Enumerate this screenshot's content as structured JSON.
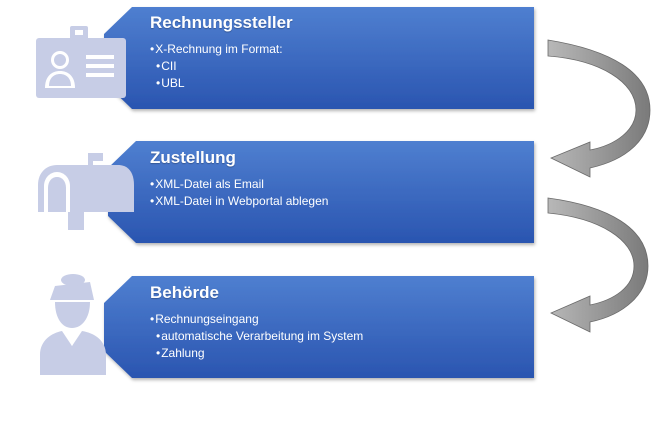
{
  "steps": [
    {
      "title": "Rechnungssteller",
      "icon": "id-card-icon",
      "items": [
        {
          "text": "X-Rechnung im Format:",
          "level": 1
        },
        {
          "text": "CII",
          "level": 2
        },
        {
          "text": "UBL",
          "level": 2
        }
      ]
    },
    {
      "title": "Zustellung",
      "icon": "mailbox-icon",
      "items": [
        {
          "text": "XML-Datei als Email",
          "level": 1
        },
        {
          "text": "XML-Datei in Webportal ablegen",
          "level": 1
        }
      ]
    },
    {
      "title": "Behörde",
      "icon": "official-person-icon",
      "items": [
        {
          "text": "Rechnungseingang",
          "level": 1
        },
        {
          "text": "automatische Verarbeitung im System",
          "level": 2
        },
        {
          "text": "Zahlung",
          "level": 2
        }
      ]
    }
  ],
  "colors": {
    "box_top": "#4f7fd0",
    "box_bottom": "#2a55b0",
    "icon": "#c7cde6",
    "arrow": "#9a9a9a"
  }
}
